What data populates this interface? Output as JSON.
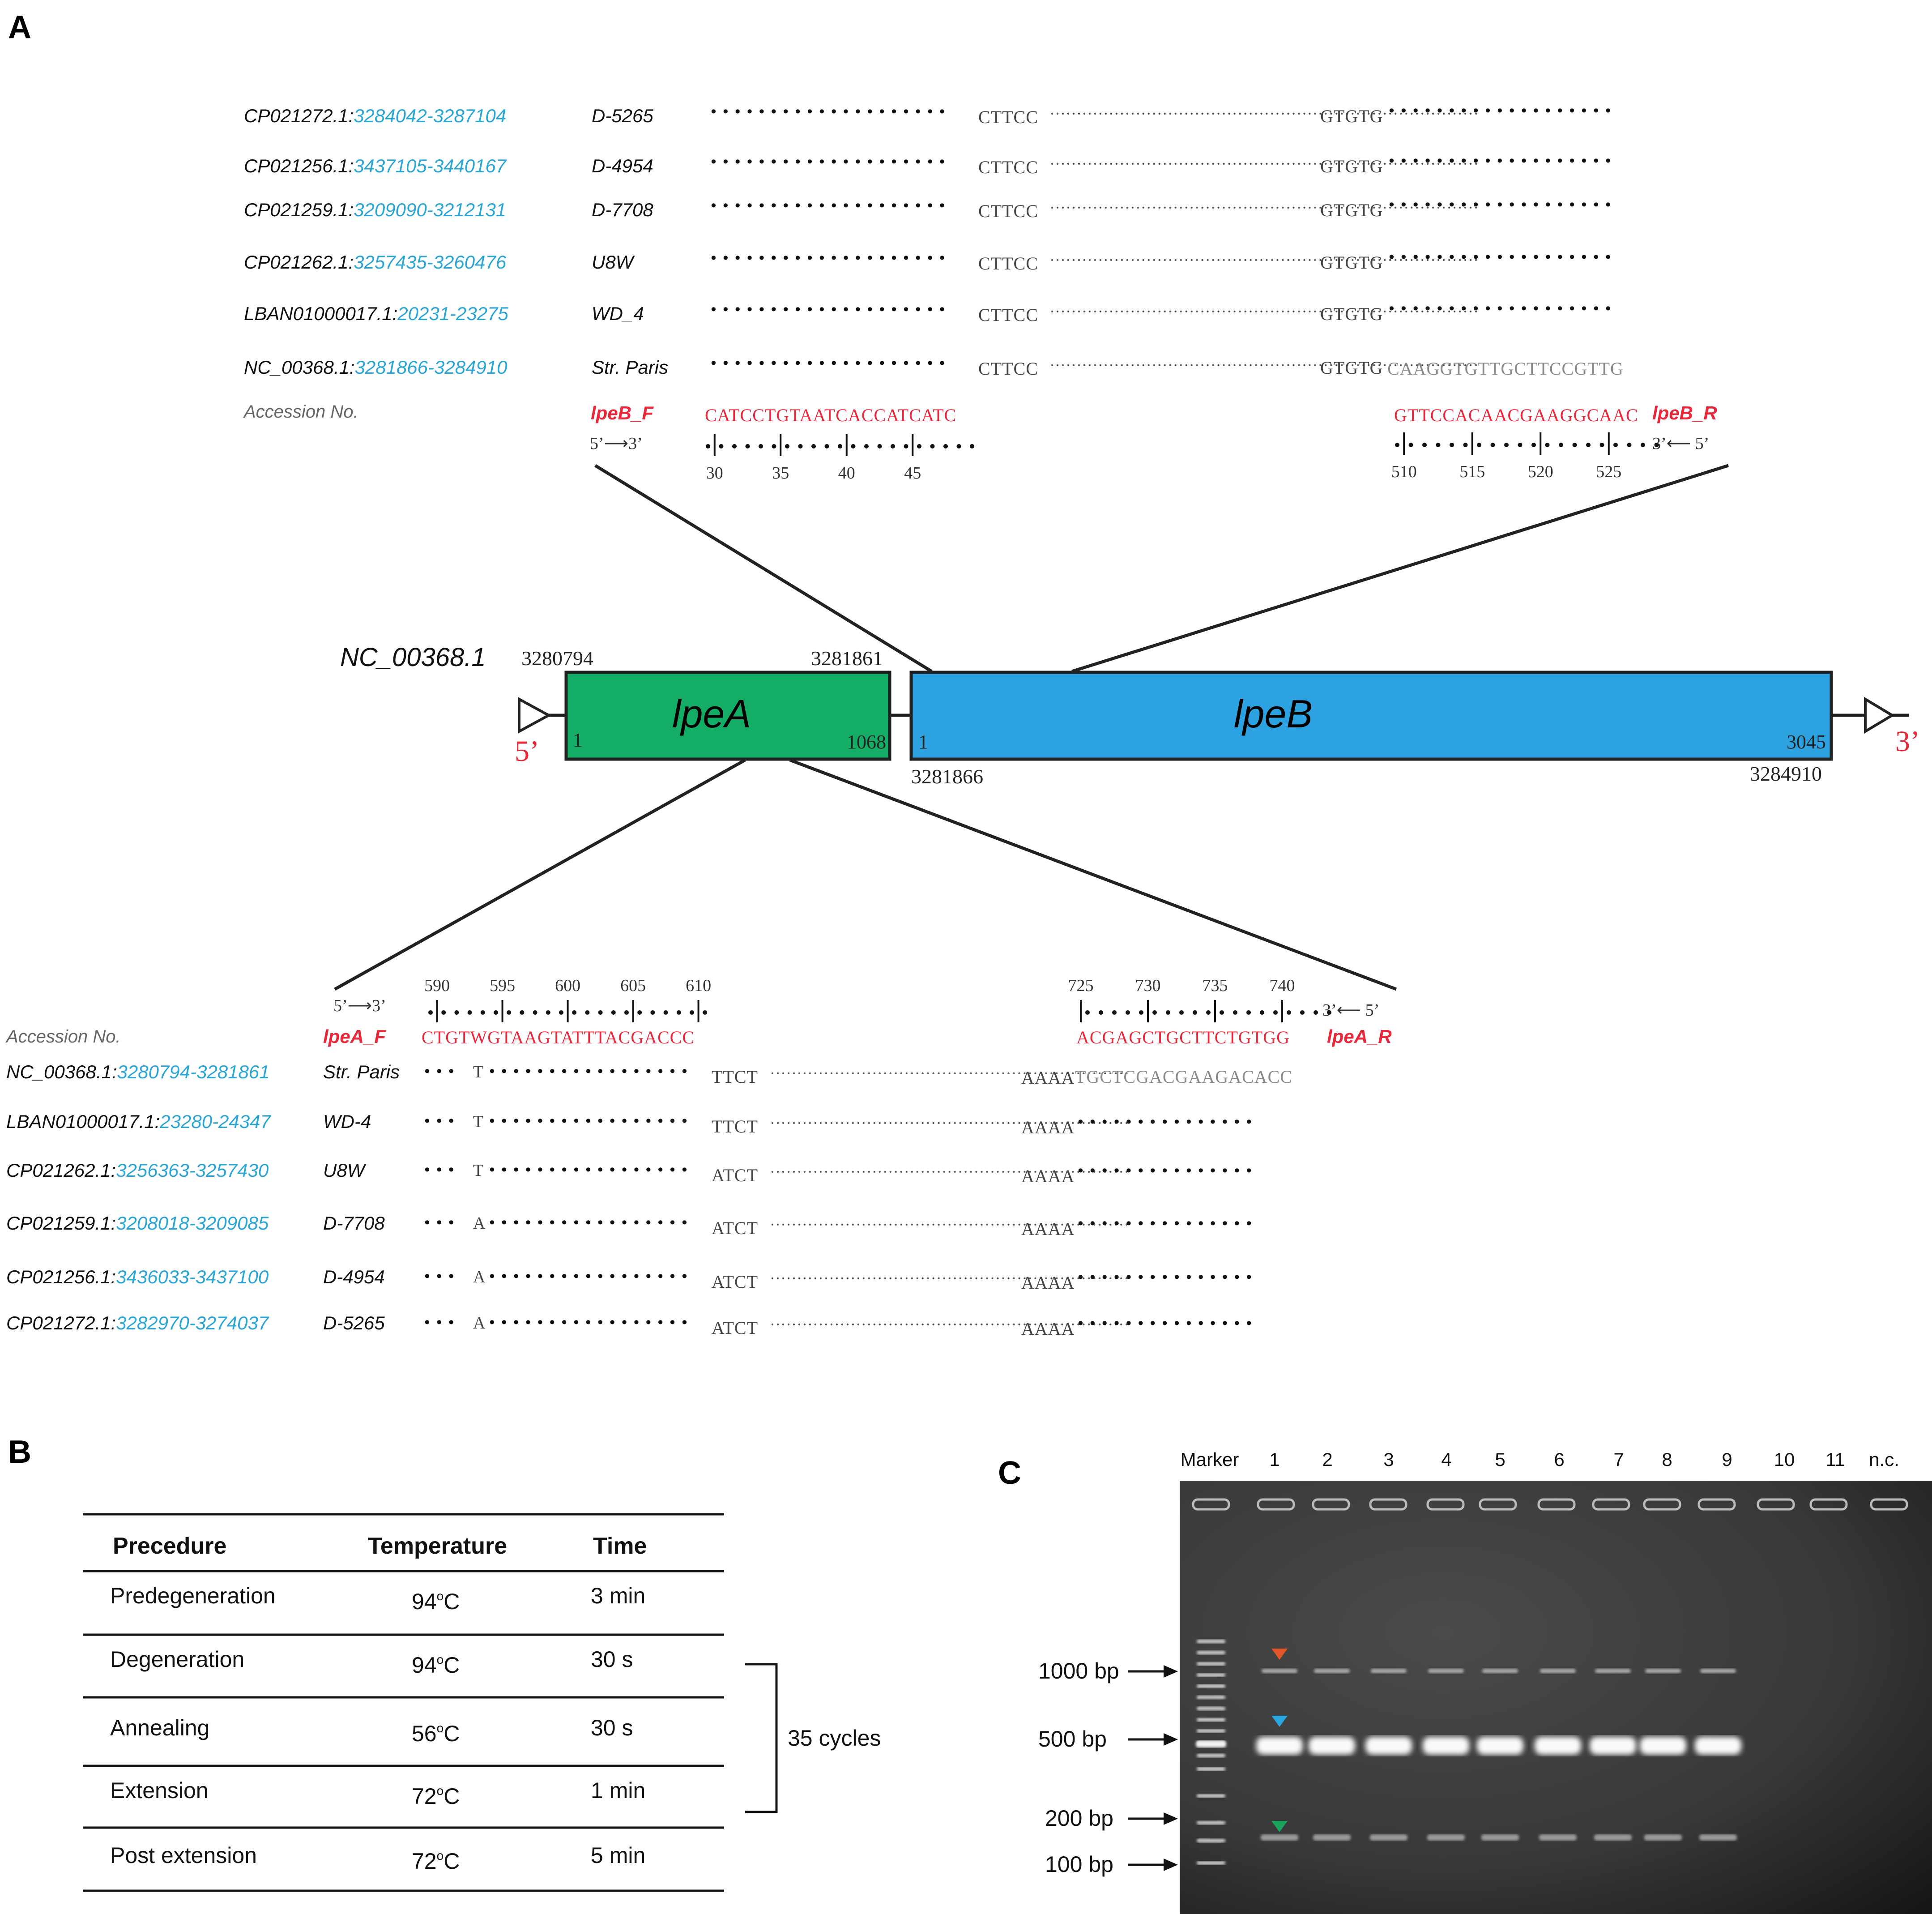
{
  "panels": {
    "a": "A",
    "b": "B",
    "c": "C"
  },
  "top_alignment": {
    "rows": [
      {
        "acc_prefix": "CP021272.1:",
        "range": "3284042-3287104",
        "strain": "D-5265",
        "left": "CTTCC",
        "right": "GTGTG",
        "tail": ""
      },
      {
        "acc_prefix": "CP021256.1:",
        "range": "3437105-3440167",
        "strain": "D-4954",
        "left": "CTTCC",
        "right": "GTGTG",
        "tail": ""
      },
      {
        "acc_prefix": "CP021259.1:",
        "range": "3209090-3212131",
        "strain": "D-7708",
        "left": "CTTCC",
        "right": "GTGTG",
        "tail": ""
      },
      {
        "acc_prefix": "CP021262.1:",
        "range": "3257435-3260476",
        "strain": "U8W",
        "left": "CTTCC",
        "right": "GTGTG",
        "tail": ""
      },
      {
        "acc_prefix": "LBAN01000017.1:",
        "range": "20231-23275",
        "strain": "WD_4",
        "left": "CTTCC",
        "right": "GTGTG",
        "tail": ""
      },
      {
        "acc_prefix": "NC_00368.1:",
        "range": "3281866-3284910",
        "strain": "Str. Paris",
        "left": "CTTCC",
        "right": "GTGTG",
        "tail": "CAAGGTGTTGCTTCCGTTG"
      }
    ],
    "accession_label": "Accession No.",
    "primer_f": {
      "name": "lpeB_F",
      "seq": "CATCCTGTAATCACCATCATC",
      "dir": "5’⟶3’",
      "ticks": [
        "30",
        "35",
        "40",
        "45"
      ]
    },
    "primer_r": {
      "name": "lpeB_R",
      "seq": "GTTCCACAACGAAGGCAAC",
      "dir": "3’⟵ 5’",
      "ticks": [
        "510",
        "515",
        "520",
        "525"
      ]
    }
  },
  "gene_map": {
    "accession": "NC_00368.1",
    "lpeA": {
      "name": "lpeA",
      "start_coord": "3280794",
      "end_coord": "3281861",
      "start": "1",
      "end": "1068",
      "color": "#13ad66"
    },
    "lpeB": {
      "name": "lpeB",
      "start_coord": "3281866",
      "end_coord": "3284910",
      "start": "1",
      "end": "3045",
      "color": "#2ca3e0"
    },
    "five": "5’",
    "three": "3’"
  },
  "bottom_alignment": {
    "accession_label": "Accession No.",
    "primer_f": {
      "name": "lpeA_F",
      "seq_a": "CTGTW",
      "seq_b": "GTAAGTATTTACGACCC",
      "dir": "5’⟶3’",
      "ticks": [
        "590",
        "595",
        "600",
        "605",
        "610"
      ]
    },
    "primer_r": {
      "name": "lpeA_R",
      "seq": "ACGAGCTGCTTCTGTGG",
      "dir": "3’⟵ 5’",
      "ticks": [
        "725",
        "730",
        "735",
        "740"
      ]
    },
    "rows": [
      {
        "acc_prefix": "NC_00368.1:",
        "range": "3280794-3281861",
        "strain": "Str. Paris",
        "snp": "T",
        "mid": "TTCT",
        "right": "AAAA",
        "tail": "TGCTCGACGAAGACACC"
      },
      {
        "acc_prefix": "LBAN01000017.1:",
        "range": "23280-24347",
        "strain": "WD-4",
        "snp": "T",
        "mid": "TTCT",
        "right": "AAAA",
        "tail": ""
      },
      {
        "acc_prefix": "CP021262.1:",
        "range": "3256363-3257430",
        "strain": "U8W",
        "snp": "T",
        "mid": "ATCT",
        "right": "AAAA",
        "tail": ""
      },
      {
        "acc_prefix": "CP021259.1:",
        "range": "3208018-3209085",
        "strain": "D-7708",
        "snp": "A",
        "mid": "ATCT",
        "right": "AAAA",
        "tail": ""
      },
      {
        "acc_prefix": "CP021256.1:",
        "range": "3436033-3437100",
        "strain": "D-4954",
        "snp": "A",
        "mid": "ATCT",
        "right": "AAAA",
        "tail": ""
      },
      {
        "acc_prefix": "CP021272.1:",
        "range": "3282970-3274037",
        "strain": "D-5265",
        "snp": "A",
        "mid": "ATCT",
        "right": "AAAA",
        "tail": ""
      }
    ]
  },
  "pcr_table": {
    "headers": [
      "Precedure",
      "Temperature",
      "Time"
    ],
    "rows": [
      {
        "step": "Predegeneration",
        "temp": "94",
        "time": "3 min"
      },
      {
        "step": "Degeneration",
        "temp": "94",
        "time": "30 s"
      },
      {
        "step": "Annealing",
        "temp": "56",
        "time": "30 s"
      },
      {
        "step": "Extension",
        "temp": "72",
        "time": "1 min"
      },
      {
        "step": "Post extension",
        "temp": "72",
        "time": "5 min"
      }
    ],
    "deg_sup": "o",
    "unit": "C",
    "cycles": "35 cycles"
  },
  "gel": {
    "lanes": [
      "Marker",
      "1",
      "2",
      "3",
      "4",
      "5",
      "6",
      "7",
      "8",
      "9",
      "10",
      "11",
      "n.c."
    ],
    "size_labels": [
      "1000 bp",
      "500 bp",
      "200 bp",
      "100 bp"
    ],
    "arrow_colors": {
      "top": "#e0582a",
      "mid": "#2aa6e0",
      "low": "#1aa35a"
    }
  }
}
